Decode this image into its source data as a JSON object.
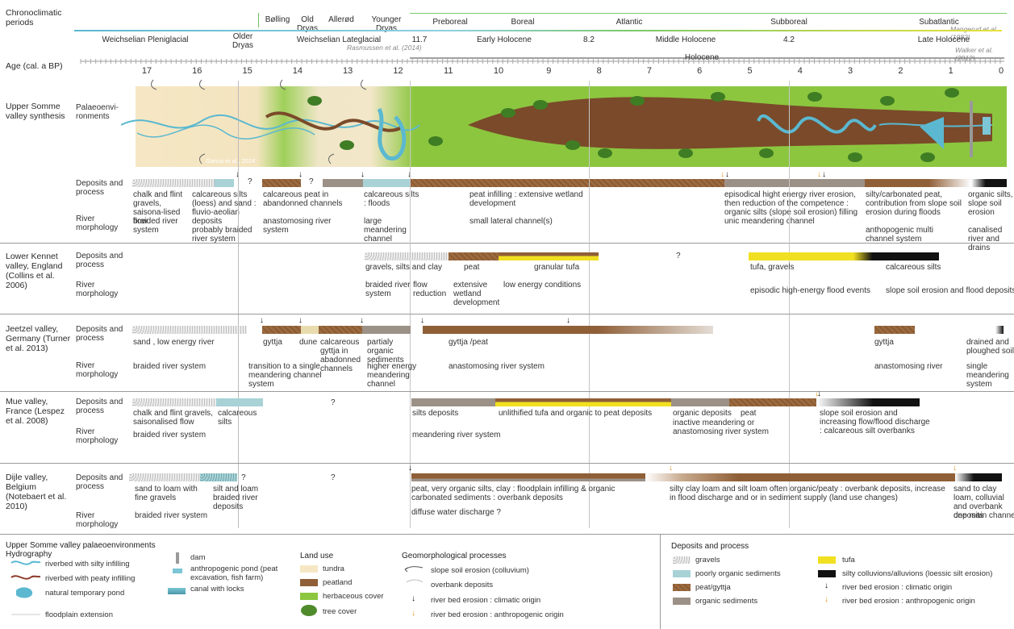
{
  "periods": {
    "row_label": "Chronoclimatic periods",
    "boelling": "Bølling",
    "old_dryas": "Old Dryas",
    "alleroed": "Allerød",
    "younger_dryas": "Younger Dryas",
    "preboreal": "Preboreal",
    "boreal": "Boreal",
    "atlantic": "Atlantic",
    "subboreal": "Subboreal",
    "subatlantic": "Subatlantic",
    "pleniglacial": "Weichselian Pleniglacial",
    "older_dryas": "Older Dryas",
    "lateglacial": "Weichselian Lateglacial",
    "b117": "11.7",
    "early": "Early Holocene",
    "b82": "8.2",
    "middle": "Middle Holocene",
    "b42": "4.2",
    "late": "Late Holocene",
    "ref_mangerud": "Mangerud et al. (1982)",
    "ref_rasmussen": "Rasmussen et al. (2014)",
    "ref_walker": "Walker et al. (2012)",
    "holocene": "Holocene"
  },
  "age": {
    "row_label": "Age (cal. a BP)",
    "ticks": [
      "17",
      "16",
      "15",
      "14",
      "13",
      "12",
      "11",
      "10",
      "9",
      "8",
      "7",
      "6",
      "5",
      "4",
      "3",
      "2",
      "1",
      "0"
    ]
  },
  "somme": {
    "region": "Upper Somme valley synthesis",
    "palaeo": "Palaeoenvi-ronments",
    "credit": "Garcia et al., 2024",
    "deposits_label": "Deposits and process",
    "river_label": "River morphology",
    "dep_texts": [
      "chalk and flint gravels, saisona-lised flow",
      "calcareous silts (loess) and sand : fluvio-aeolian deposits",
      "calcareous peat in abandonned channels",
      "calcareous silts : floods",
      "peat infilling : extensive wetland development",
      "episodical hight energy river erosion, then reduction of the competence : organic silts (slope soil erosion) filling",
      "silty/carbonated peat, contribution from slope soil erosion during floods",
      "organic silts, slope soil erosion"
    ],
    "riv_texts": [
      "braided river system",
      "probably braided river system",
      "anastomosing river system",
      "large meandering channel",
      "small lateral channel(s)",
      "unic meandering channel",
      "anthopogenic multi channel system",
      "canalised river and drains"
    ],
    "q1": "?",
    "q2": "?"
  },
  "kennet": {
    "region": "Lower Kennet valley, England (Collins et al. 2006)",
    "deposits_label": "Deposits and process",
    "river_label": "River morphology",
    "dep_texts": [
      "gravels, silts and clay",
      "peat",
      "granular tufa",
      "?",
      "tufa, gravels",
      "calcareous silts"
    ],
    "riv_texts": [
      "braided river system",
      "flow reduction",
      "extensive wetland development",
      "low energy conditions",
      "episodic high-energy flood events",
      "slope soil erosion and flood deposits"
    ]
  },
  "jeetzel": {
    "region": "Jeetzel valley, Germany (Turner et al. 2013)",
    "deposits_label": "Deposits and process",
    "river_label": "River morphology",
    "dep_texts": [
      "sand , low energy river",
      "gyttja",
      "dune",
      "calcareous gyttja in abadonned channels",
      "partialy organic sediments",
      "gyttja /peat",
      "gyttja",
      "drained and ploughed soil"
    ],
    "riv_texts": [
      "braided river system",
      "transition to a single meandering channel system",
      "higher energy meandering channel",
      "anastomosing river system",
      "anastomosing river",
      "single meandering system"
    ]
  },
  "mue": {
    "region": "Mue valley, France (Lespez et al. 2008)",
    "deposits_label": "Deposits and process",
    "river_label": "River morphology",
    "dep_texts": [
      "chalk and flint gravels, saisonalised flow",
      "calcareous silts",
      "?",
      "silts deposits",
      "unlithified tufa and organic to peat deposits",
      "organic deposits",
      "peat",
      "slope soil erosion and increasing flow/flood discharge : calcareous silt overbanks"
    ],
    "riv_texts": [
      "braided river system",
      "meandering river system",
      "inactive meandering or anastomosing river system"
    ]
  },
  "dijle": {
    "region": "Dijle valley, Belgium (Notebaert et al. 2010)",
    "deposits_label": "Deposits and process",
    "river_label": "River morphology",
    "dep_texts": [
      "sand to loam with fine gravels",
      "silt and loam braided river deposits",
      "?",
      "?",
      "peat, very organic silts, clay : floodplain infilling & organic carbonated sediments : overbank deposits",
      "silty clay loam and silt loam often organic/peaty : overbank deposits, increase in flood discharge and or in sediment supply (land use changes)",
      "sand to clay loam, colluvial and overbank deposits"
    ],
    "riv_texts": [
      "braided river system",
      "diffuse water discharge ?",
      "one main channel"
    ]
  },
  "legend": {
    "left_title": "Upper Somme valley palaeoenvironments",
    "hydro_title": "Hydrography",
    "hydro": [
      "riverbed with silty infilling",
      "riverbed with peaty infilling",
      "natural temporary pond",
      "floodplain extension",
      "dam",
      "anthropogenic pond (peat excavation, fish farm)",
      "canal with locks"
    ],
    "landuse_title": "Land use",
    "landuse": [
      "tundra",
      "peatland",
      "herbaceous cover",
      "tree cover"
    ],
    "geomorph_title": "Geomorphological processes",
    "geomorph": [
      "slope soil erosion (colluvium)",
      "overbank deposits",
      "river bed erosion : climatic origin",
      "river bed erosion : anthropogenic origin"
    ],
    "right_title": "Deposits and process",
    "right_items": [
      "gravels",
      "poorly organic sediments",
      "peat/gyttja",
      "organic sediments",
      "tufa",
      "silty colluvions/alluvions (loessic silt erosion)",
      "river bed erosion : climatic origin",
      "river bed erosion : anthropogenic origin"
    ]
  },
  "colors": {
    "peat": "#8f5f37",
    "organic": "#9c9187",
    "poor": "#a8d2d6",
    "tufa": "#f1e022",
    "river": "#5bb8d0",
    "herb": "#8cc63f",
    "tree": "#4f8a2b",
    "tundra": "#f6e7c4"
  }
}
